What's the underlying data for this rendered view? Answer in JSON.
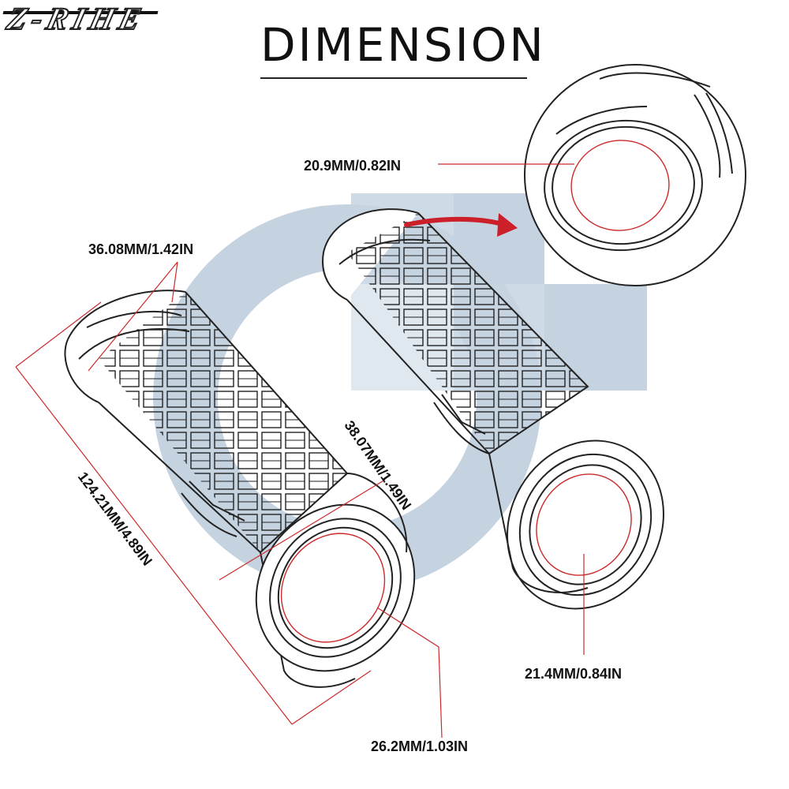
{
  "brand": {
    "logo_text": "Z-RIHE"
  },
  "heading": {
    "title": "DIMENSION"
  },
  "dimensions": {
    "length": "124.21MM/4.89IN",
    "outer_diameter_top": "36.08MM/1.42IN",
    "outer_diameter_mid": "38.07MM/1.49IN",
    "inner_left_end": "26.2MM/1.03IN",
    "inner_right_end": "21.4MM/0.84IN",
    "inner_detail": "20.9MM/0.82IN"
  },
  "colors": {
    "watermark": "#c5d3e1",
    "line": "#222222",
    "measure_line": "#cc2a2a",
    "arrow": "#cc1f2a"
  }
}
